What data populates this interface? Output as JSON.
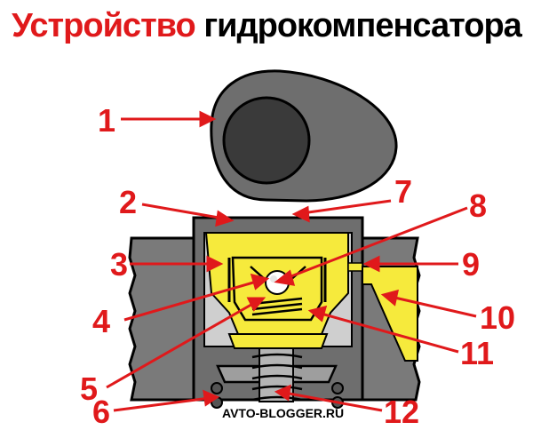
{
  "title": {
    "part1": "Устройство",
    "part2": "гидрокомпенсатора"
  },
  "labels": [
    "1",
    "2",
    "3",
    "4",
    "5",
    "6",
    "7",
    "8",
    "9",
    "10",
    "11",
    "12"
  ],
  "watermark": "AVTO-BLOGGER.RU",
  "colors": {
    "accent": "#e0191b",
    "yellow": "#f6ea3c",
    "gray": "#6e6e6e",
    "black": "#000000"
  }
}
